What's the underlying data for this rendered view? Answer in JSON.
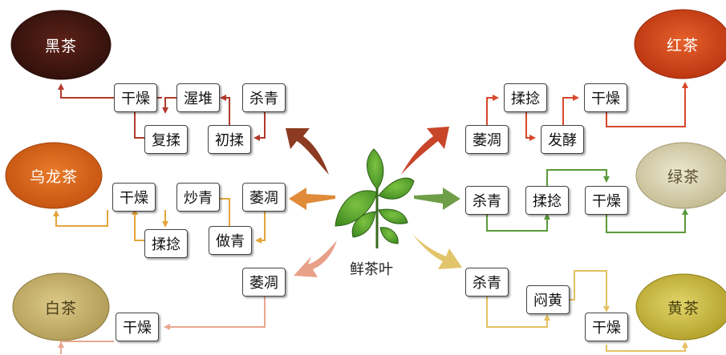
{
  "center_label": "鲜茶叶",
  "teas": {
    "black": {
      "name": "黑茶",
      "color": "#4a1a14"
    },
    "red": {
      "name": "红茶",
      "color": "#d8471c"
    },
    "oolong": {
      "name": "乌龙茶",
      "color": "#d9691f"
    },
    "green": {
      "name": "绿茶",
      "color": "#d4cda8"
    },
    "white": {
      "name": "白茶",
      "color": "#c9b56f"
    },
    "yellow": {
      "name": "黄茶",
      "color": "#c6b437"
    }
  },
  "steps": {
    "black": [
      "杀青",
      "初揉",
      "渥堆",
      "复揉",
      "干燥"
    ],
    "red": [
      "萎凋",
      "揉捻",
      "发酵",
      "干燥"
    ],
    "oolong": [
      "萎凋",
      "做青",
      "炒青",
      "揉捻",
      "干燥"
    ],
    "green": [
      "杀青",
      "揉捻",
      "干燥"
    ],
    "white": [
      "萎凋",
      "干燥"
    ],
    "yellow": [
      "杀青",
      "闷黄",
      "干燥"
    ]
  },
  "line_colors": {
    "black": "#b23a2c",
    "red": "#d8472a",
    "oolong": "#e3a53a",
    "green": "#5b9a3a",
    "white": "#e8a890",
    "yellow": "#e6c061"
  },
  "arrow_colors": {
    "black": "#8c3a22",
    "red": "#c8452a",
    "oolong": "#e08a3a",
    "green": "#6f9e48",
    "white": "#e8a088",
    "yellow": "#e2c56a"
  }
}
